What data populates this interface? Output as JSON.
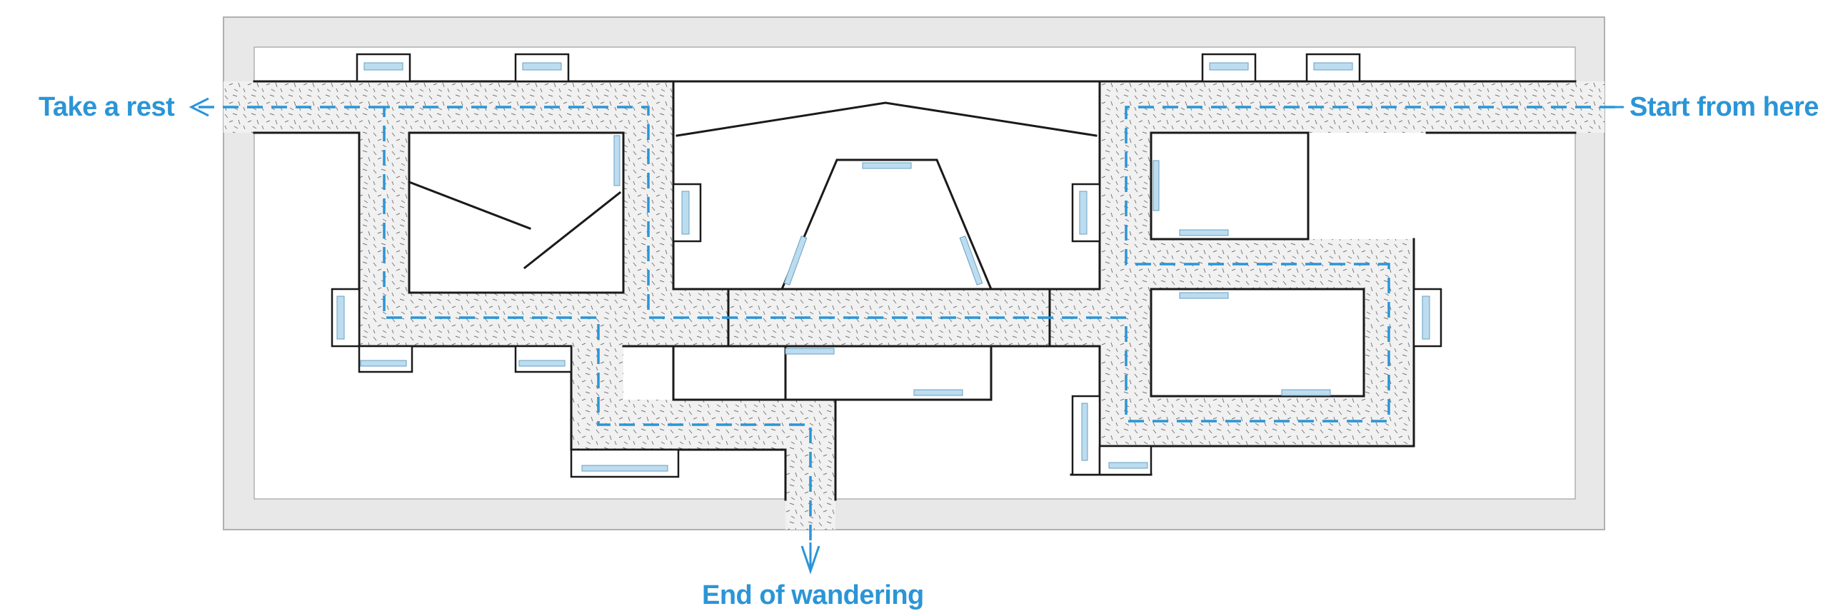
{
  "labels": {
    "start": "Start from here",
    "rest": "Take a rest",
    "end": "End of wandering"
  },
  "colors": {
    "path": "#2b95d6",
    "label": "#2b95d6",
    "wall": "#1a1a1a",
    "corridor": "#f1f1f1",
    "site_border": "#e8e8e8",
    "window": "#bcdcf0"
  },
  "legend_icons": [
    "arrow-left-icon",
    "arrow-right-icon",
    "arrow-down-icon"
  ]
}
